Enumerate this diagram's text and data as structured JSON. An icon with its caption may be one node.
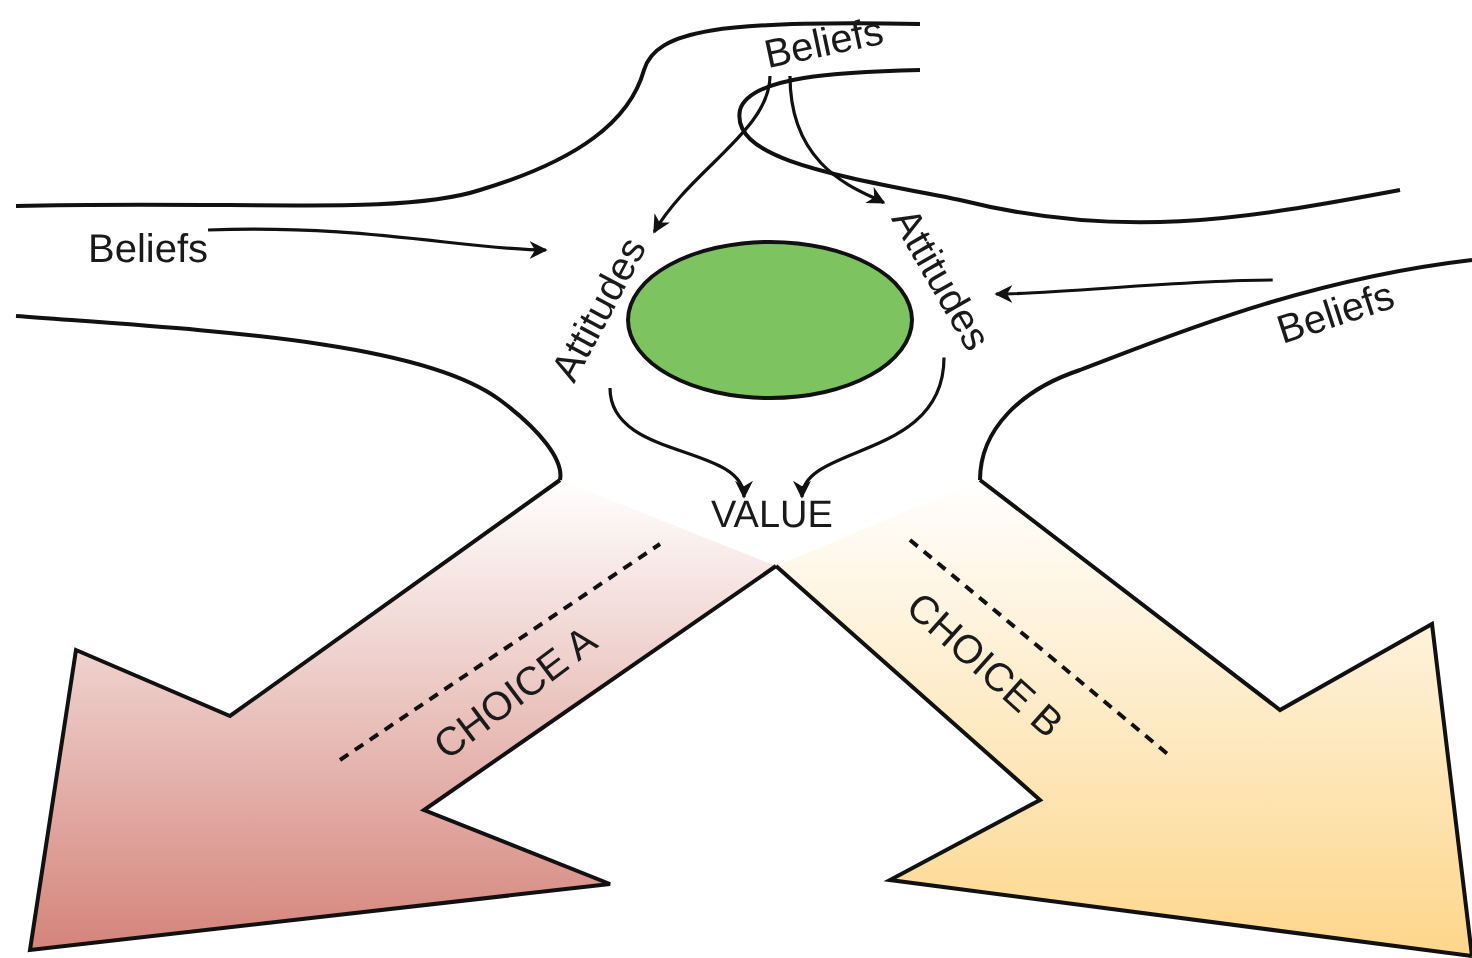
{
  "diagram": {
    "nodes": [
      {
        "text": [
          "Beliefs"
        ]
      },
      {
        "text": [
          "Beliefs"
        ]
      },
      {
        "text": [
          "Attitudes"
        ]
      },
      {
        "text": [],
        "shape": "circle"
      },
      {
        "text": [
          "Attitudes"
        ]
      },
      {
        "text": [
          "Beliefs"
        ]
      },
      {
        "text": [
          "VALUE"
        ]
      },
      {
        "text": [
          "CHOICE A"
        ]
      },
      {
        "text": [
          "CHOICE B"
        ]
      }
    ],
    "edges": [
      {
        "from": 1,
        "to": 2,
        "arrow": "to"
      },
      {
        "from": 0,
        "to": 2,
        "arrow": "to"
      },
      {
        "from": 0,
        "to": 4,
        "arrow": "to"
      },
      {
        "from": 5,
        "to": 4,
        "arrow": "to"
      },
      {
        "from": 2,
        "to": 6,
        "arrow": "to"
      },
      {
        "from": 4,
        "to": 6,
        "arrow": "to"
      }
    ]
  }
}
